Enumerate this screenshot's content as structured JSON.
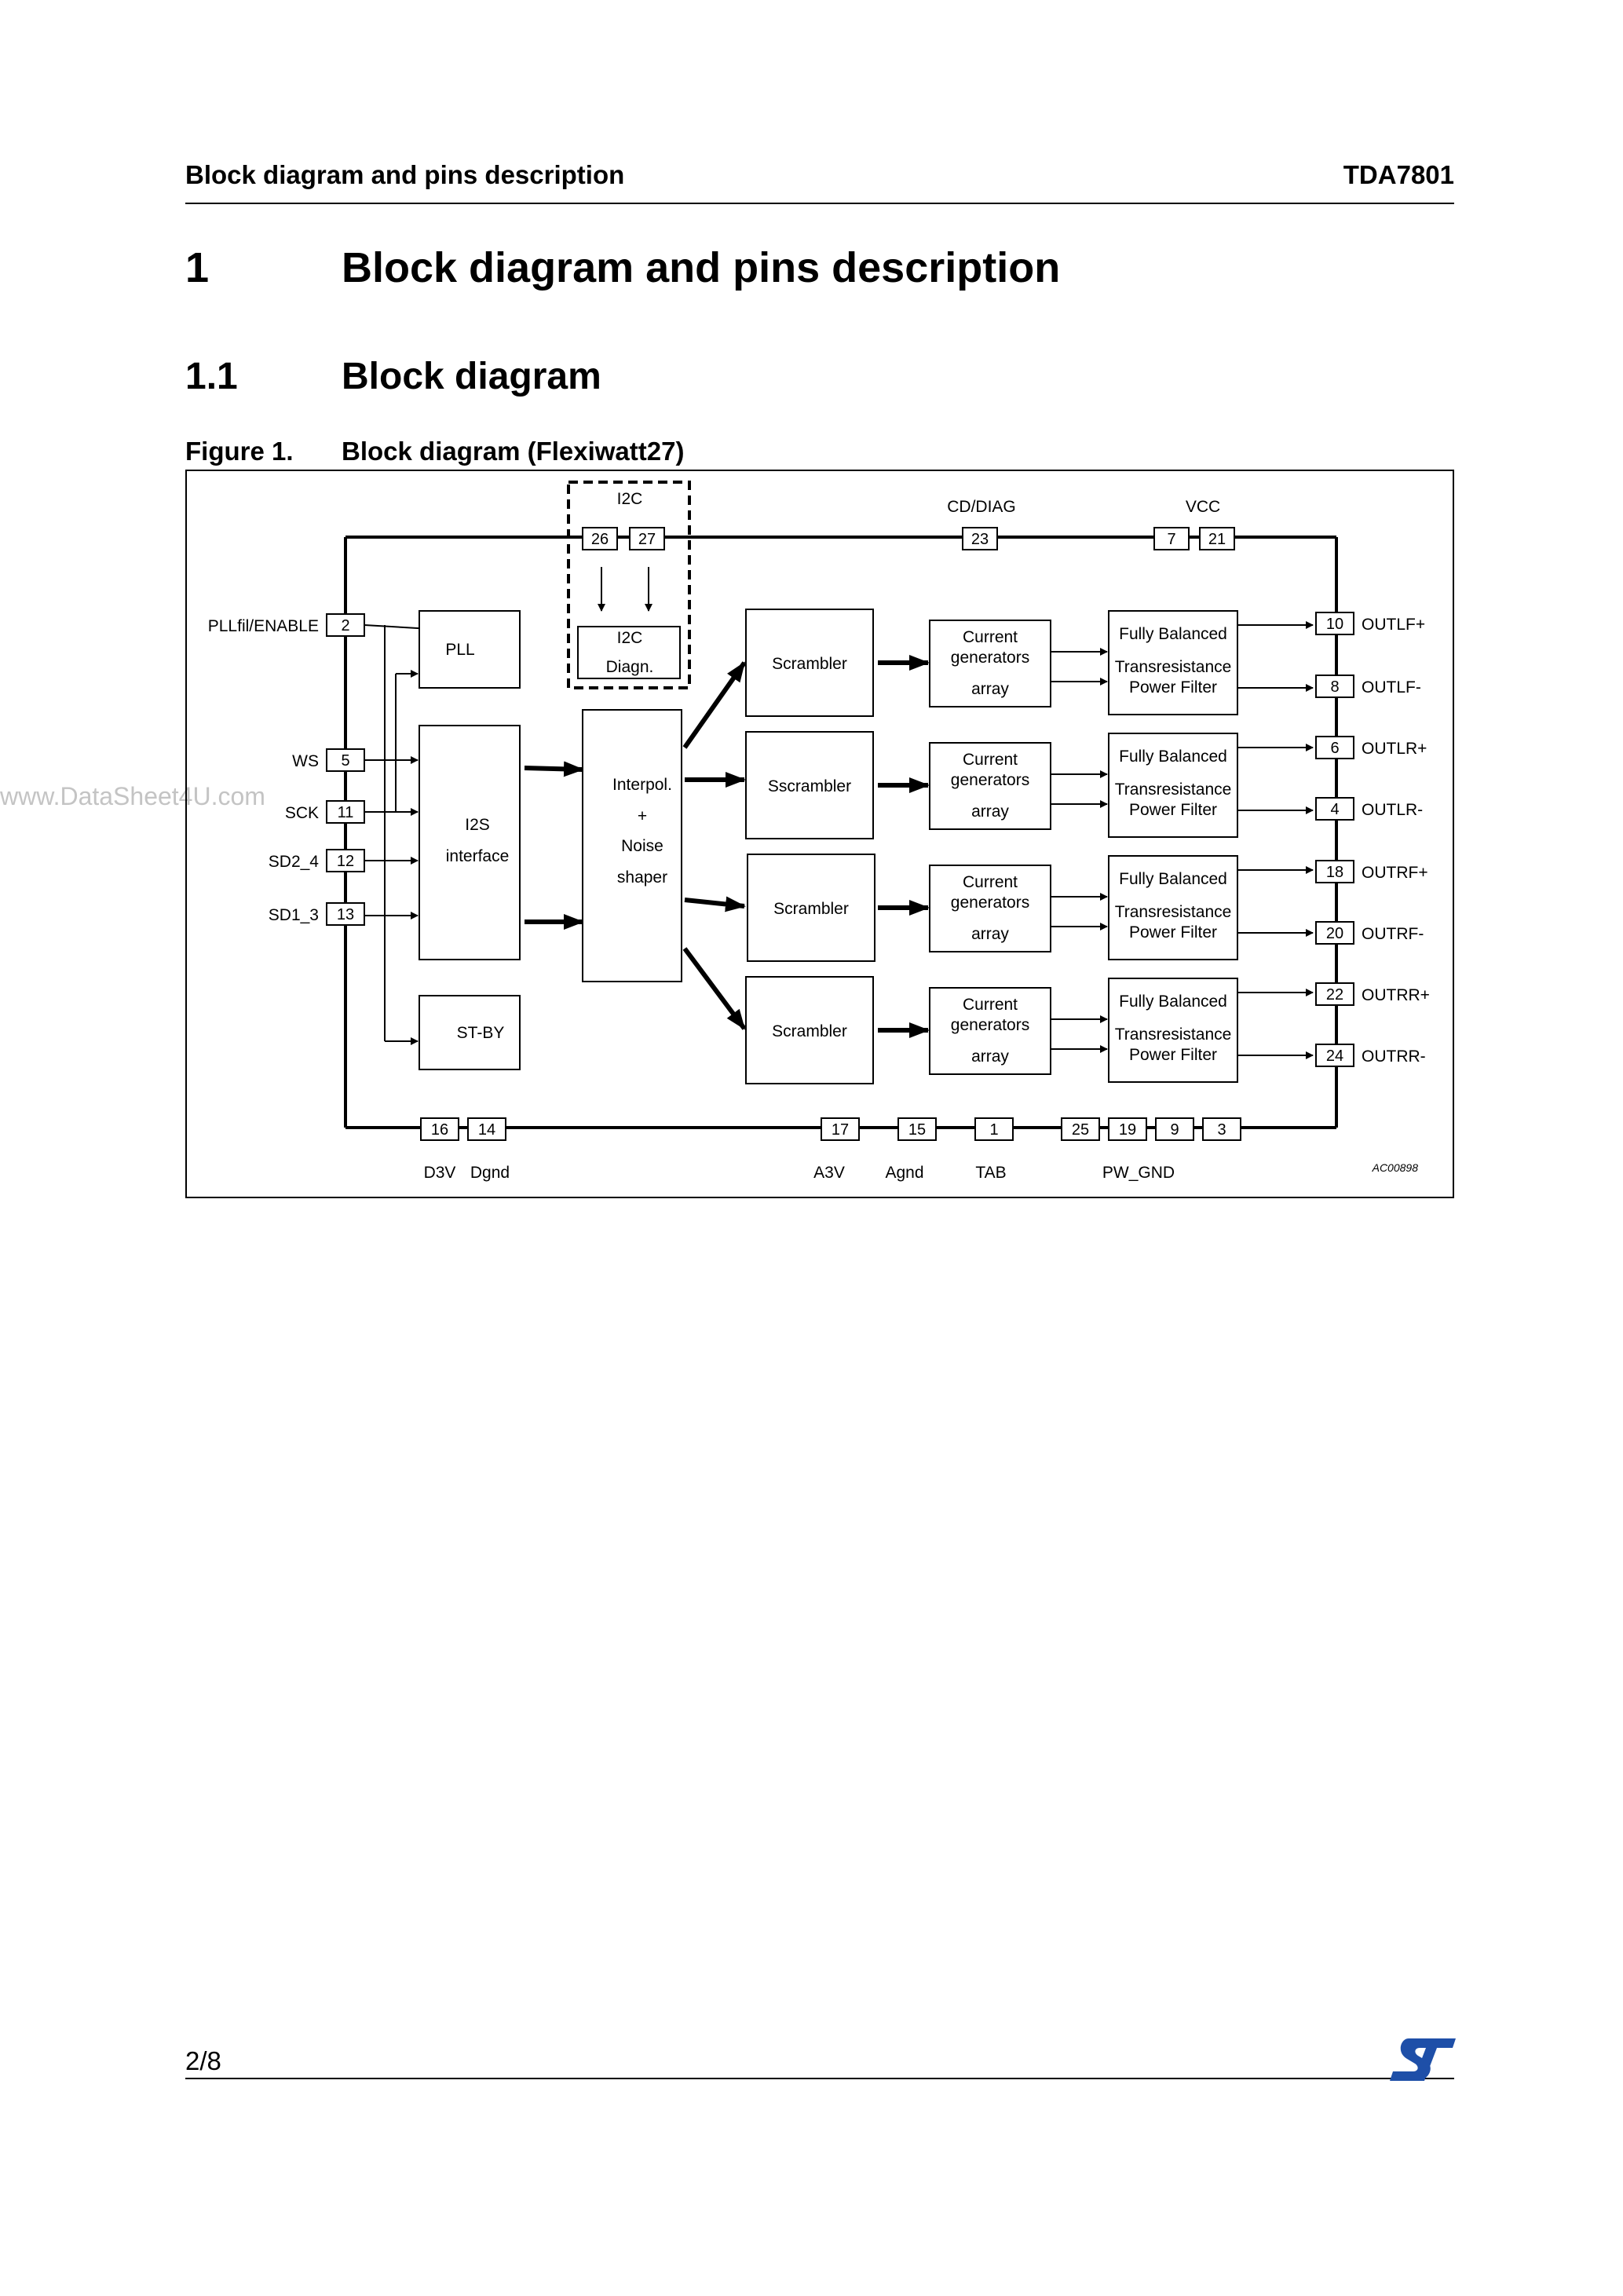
{
  "header": {
    "left": "Block diagram and pins description",
    "right": "TDA7801"
  },
  "section": {
    "number": "1",
    "title": "Block diagram and pins description"
  },
  "subsection": {
    "number": "1.1",
    "title": "Block diagram"
  },
  "figure": {
    "number": "Figure 1.",
    "title": "Block diagram (Flexiwatt27)"
  },
  "watermark": "www.DataSheet4U.com",
  "footer": {
    "page": "2/8",
    "logo": "st-logo"
  },
  "diagram": {
    "code": "AC00898",
    "blocks": {
      "pll": "PLL",
      "i2s": [
        "I2S",
        "interface"
      ],
      "stby": "ST-BY",
      "i2c_group": "I2C",
      "i2c_diag": [
        "I2C",
        "Diagn."
      ],
      "interp": [
        "Interpol.",
        "+",
        "Noise",
        "shaper"
      ],
      "scramblers": [
        "Scrambler",
        "Sscrambler",
        "Scrambler",
        "Scrambler"
      ],
      "current_gen": [
        "Current",
        "generators",
        "array"
      ],
      "filter": [
        "Fully Balanced",
        "Transresistance",
        "Power Filter"
      ]
    },
    "top_labels": {
      "cddiag": "CD/DIAG",
      "vcc": "VCC"
    },
    "pins": {
      "i2c": [
        "26",
        "27"
      ],
      "cddiag": "23",
      "vcc": [
        "7",
        "21"
      ],
      "left": [
        {
          "label": "PLLfil/ENABLE",
          "num": "2"
        },
        {
          "label": "WS",
          "num": "5"
        },
        {
          "label": "SCK",
          "num": "11"
        },
        {
          "label": "SD2_4",
          "num": "12"
        },
        {
          "label": "SD1_3",
          "num": "13"
        }
      ],
      "right": [
        {
          "num": "10",
          "label": "OUTLF+"
        },
        {
          "num": "8",
          "label": "OUTLF-"
        },
        {
          "num": "6",
          "label": "OUTLR+"
        },
        {
          "num": "4",
          "label": "OUTLR-"
        },
        {
          "num": "18",
          "label": "OUTRF+"
        },
        {
          "num": "20",
          "label": "OUTRF-"
        },
        {
          "num": "22",
          "label": "OUTRR+"
        },
        {
          "num": "24",
          "label": "OUTRR-"
        }
      ],
      "bottom": [
        "16",
        "14",
        "17",
        "15",
        "1",
        "25",
        "19",
        "9",
        "3"
      ]
    },
    "bottom_labels": [
      "D3V",
      "Dgnd",
      "A3V",
      "Agnd",
      "TAB",
      "PW_GND"
    ]
  }
}
